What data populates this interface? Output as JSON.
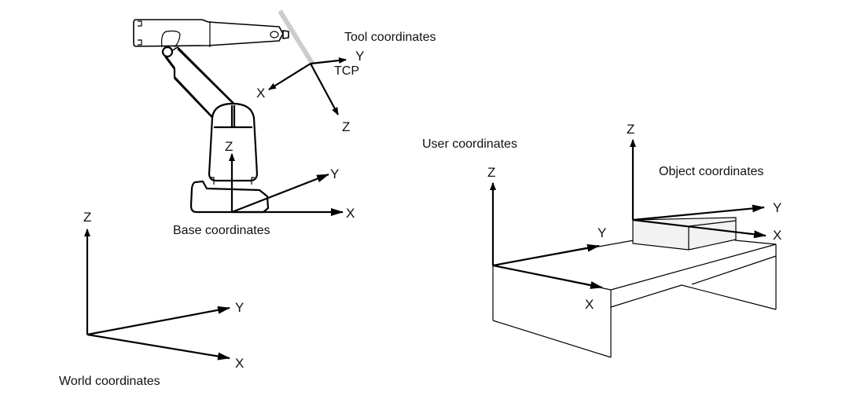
{
  "diagram": {
    "title": "Robot coordinate systems",
    "labels": {
      "tool": "Tool coordinates",
      "tcp": "TCP",
      "base": "Base coordinates",
      "world": "World coordinates",
      "user": "User coordinates",
      "object": "Object coordinates"
    },
    "frames": [
      {
        "id": "tool",
        "axes": [
          "X",
          "Y",
          "Z"
        ]
      },
      {
        "id": "base",
        "axes": [
          "X",
          "Y",
          "Z"
        ]
      },
      {
        "id": "world",
        "axes": [
          "X",
          "Y",
          "Z"
        ]
      },
      {
        "id": "user",
        "axes": [
          "X",
          "Y",
          "Z"
        ]
      },
      {
        "id": "object",
        "axes": [
          "X",
          "Y",
          "Z"
        ]
      }
    ],
    "axis_labels": {
      "x": "X",
      "y": "Y",
      "z": "Z"
    },
    "colors": {
      "line": "#000000",
      "tool_stick": "#cccccc",
      "object_fill": "#f2f2f2"
    }
  }
}
